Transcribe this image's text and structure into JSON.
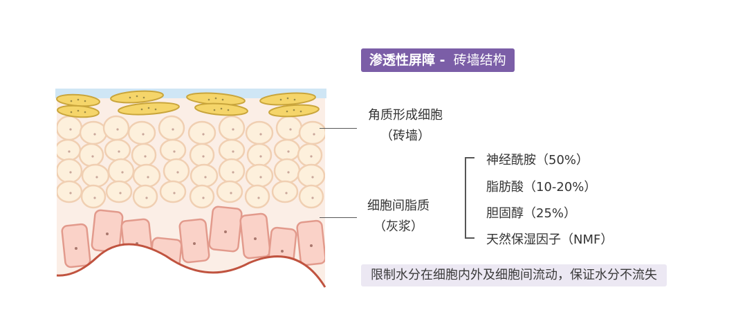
{
  "title": {
    "main": "渗透性屏障 -",
    "sub": "砖墙结构"
  },
  "corneocyte": {
    "line1": "角质形成细胞",
    "line2": "（砖墙）"
  },
  "intercellular_lipid": {
    "line1": "细胞间脂质",
    "line2": "（灰浆）"
  },
  "components": [
    "神经酰胺（50%）",
    "脂肪酸（10-20%）",
    "胆固醇（25%）",
    "天然保湿因子（NMF）"
  ],
  "summary": "限制水分在细胞内外及细胞间流动，保证水分不流失",
  "colors": {
    "accent": "#7b5ea7",
    "summary_bg": "#ece8f3",
    "lipid_blue": "#cfe6f5",
    "flat_cell": "#f5d56a",
    "round_cell": "#fdf0dc",
    "round_cell_stroke": "#f0cfb2",
    "deep_cell": "#fad2c8",
    "deep_cell_stroke": "#e29a8c",
    "base_line": "#c0533f"
  }
}
